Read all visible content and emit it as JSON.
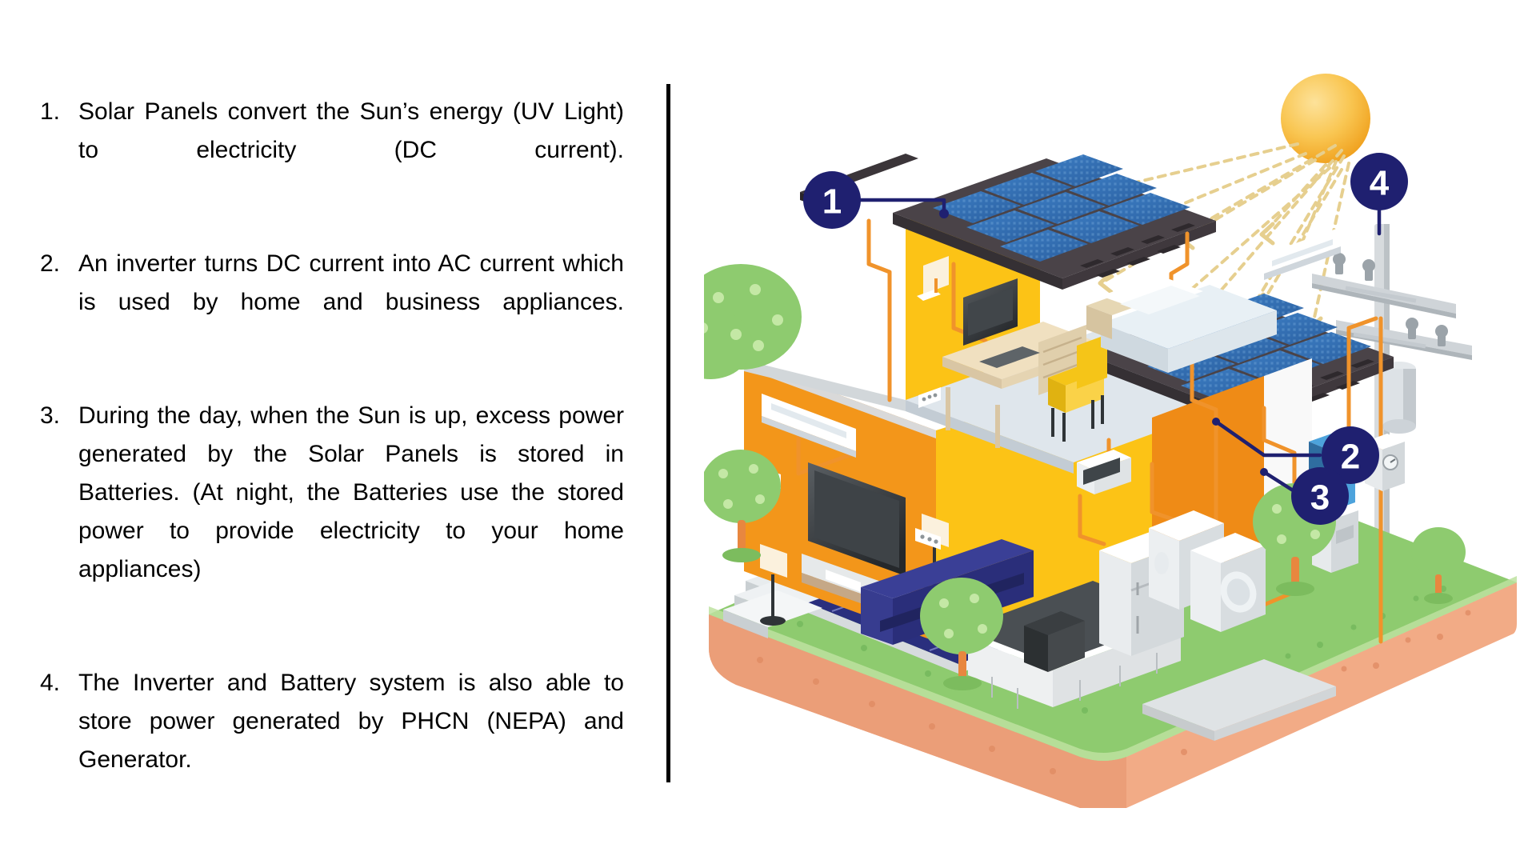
{
  "slide": {
    "layout": "two-column: numbered explanation list on left, isometric solar-power house diagram on right",
    "background_color": "#ffffff",
    "divider_color": "#000000"
  },
  "text_panel": {
    "items": [
      {
        "number": "1.",
        "text": "Solar Panels convert the Sun’s energy (UV Light) to electricity (DC current)."
      },
      {
        "number": "2.",
        "text": "An inverter turns DC current into AC current which is used by home and business appliances."
      },
      {
        "number": "3.",
        "text": " During the day, when the Sun is up, excess power generated by the Solar Panels is stored in Batteries. (At night, the Batteries use the stored power to provide electricity to your home appliances)"
      },
      {
        "number": "4.",
        "text": "The Inverter and Battery system is also able to store power generated by PHCN (NEPA) and Generator."
      }
    ]
  },
  "illustration": {
    "title": "Isometric cutaway house with rooftop solar panels, inverter, battery and utility pole",
    "callouts": [
      {
        "id": "1",
        "label": "1",
        "points_to": "rooftop-solar-panels"
      },
      {
        "id": "2",
        "label": "2",
        "points_to": "inverter"
      },
      {
        "id": "3",
        "label": "3",
        "points_to": "electricity-meter"
      },
      {
        "id": "4",
        "label": "4",
        "points_to": "utility-pole"
      }
    ],
    "colors": {
      "callout_badge": "#1f2070",
      "callout_text": "#ffffff",
      "sun_outer": "#f5a623",
      "sun_inner": "#fbd36b",
      "sun_ray": "#e8d08a",
      "panel_blue": "#2f6fba",
      "panel_dark_blue": "#2b2f85",
      "roof_dark": "#4a4247",
      "wall_orange": "#f59a1e",
      "wall_yellow": "#fcc316",
      "floor_light": "#dfe6ec",
      "floor_cream": "#faeed6",
      "grass": "#8ccf6f",
      "grass_light": "#b6e398",
      "soil": "#f0a882",
      "wire_orange": "#f0932b",
      "sofa_navy": "#2a2e7a",
      "inverter_blue": "#3d8ec9",
      "concrete": "#d9dde0",
      "tree_green": "#8ccf6f"
    },
    "scene_elements": [
      "sun",
      "sun-rays",
      "utility-pole",
      "rooftop-solar-panels-left",
      "rooftop-solar-panels-right",
      "ground-solar-array",
      "living-room-tv",
      "living-room-sofa",
      "air-conditioner",
      "floor-lamp",
      "desk-with-monitor",
      "bed",
      "kitchen-counter",
      "refrigerator",
      "washing-machine",
      "dryer",
      "inverter",
      "battery",
      "electricity-meter",
      "trees",
      "steps",
      "walkway"
    ]
  }
}
